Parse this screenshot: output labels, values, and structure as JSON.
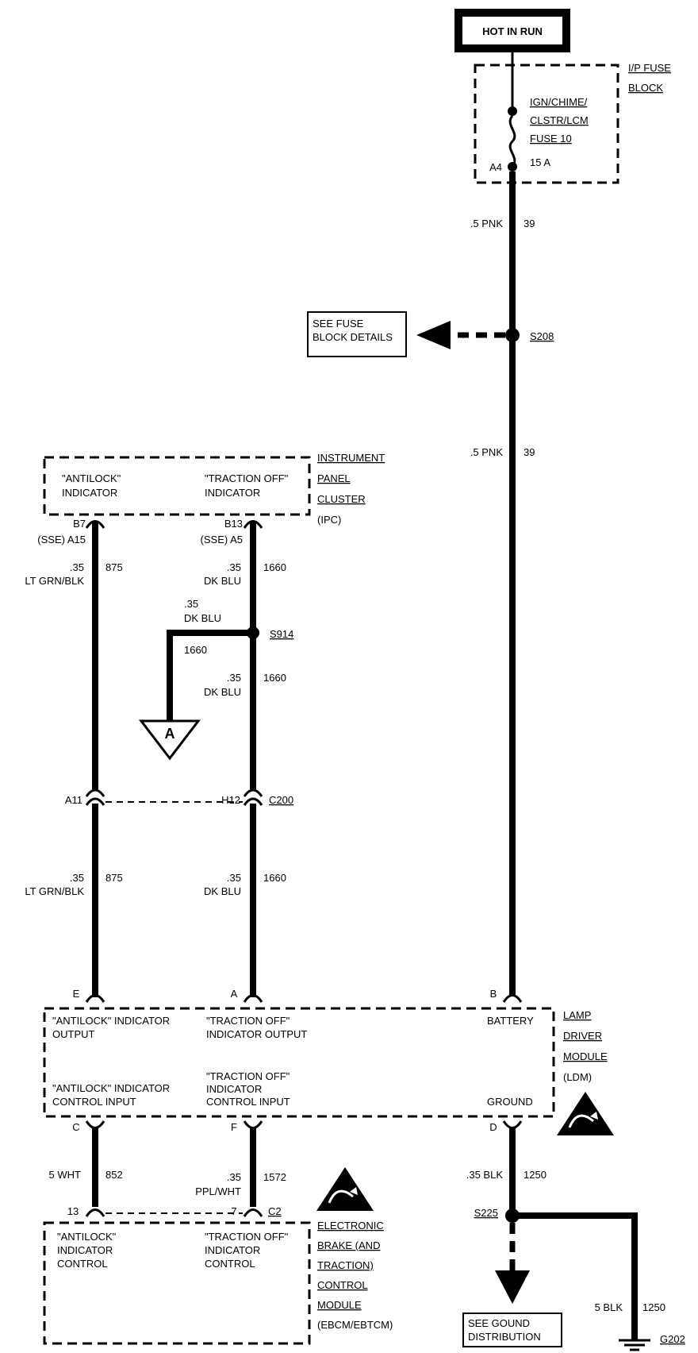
{
  "power_source": {
    "label": "HOT IN RUN"
  },
  "fuse_block": {
    "name_line1": "I/P FUSE",
    "name_line2": "BLOCK",
    "fuse_line1": "IGN/CHIME/",
    "fuse_line2": "CLSTR/LCM",
    "fuse_line3": "FUSE 10",
    "pin": "A4",
    "rating": "15 A"
  },
  "wire_39_upper": {
    "gauge": ".5 PNK",
    "circuit": "39"
  },
  "splice_s208": {
    "label": "S208",
    "ref_line1": "SEE FUSE",
    "ref_line2": "BLOCK DETAILS"
  },
  "wire_39_lower": {
    "gauge": ".5 PNK",
    "circuit": "39"
  },
  "ipc": {
    "name_line1": "INSTRUMENT",
    "name_line2": "PANEL",
    "name_line3": "CLUSTER",
    "name_line4": "(IPC)",
    "antilock_line1": "\"ANTILOCK\"",
    "antilock_line2": "INDICATOR",
    "traction_line1": "\"TRACTION OFF\"",
    "traction_line2": "INDICATOR",
    "pin_antilock": "B7",
    "pin_antilock_sse": "(SSE) A15",
    "pin_traction": "B13",
    "pin_traction_sse": "(SSE) A5"
  },
  "wire_875_upper": {
    "gauge_line1": ".35",
    "gauge_line2": "LT GRN/BLK",
    "circuit": "875"
  },
  "wire_1660_upper": {
    "gauge_line1": ".35",
    "gauge_line2": "DK BLU",
    "circuit": "1660"
  },
  "splice_s914": {
    "label": "S914",
    "branch_gauge_line1": ".35",
    "branch_gauge_line2": "DK BLU",
    "branch_circuit": "1660",
    "offpage": "A"
  },
  "wire_1660_mid": {
    "gauge_line1": ".35",
    "gauge_line2": "DK BLU",
    "circuit": "1660"
  },
  "connector_c200": {
    "label": "C200",
    "pin_left": "A11",
    "pin_right": "H12"
  },
  "wire_875_lower": {
    "gauge_line1": ".35",
    "gauge_line2": "LT GRN/BLK",
    "circuit": "875"
  },
  "wire_1660_lower": {
    "gauge_line1": ".35",
    "gauge_line2": "DK BLU",
    "circuit": "1660"
  },
  "ldm": {
    "name_line1": "LAMP",
    "name_line2": "DRIVER",
    "name_line3": "MODULE",
    "name_line4": "(LDM)",
    "pin_e": "E",
    "pin_a": "A",
    "pin_b": "B",
    "antilock_out_line1": "\"ANTILOCK\" INDICATOR",
    "antilock_out_line2": "OUTPUT",
    "traction_out_line1": "\"TRACTION OFF\"",
    "traction_out_line2": "INDICATOR OUTPUT",
    "battery": "BATTERY",
    "antilock_in_line1": "\"ANTILOCK\" INDICATOR",
    "antilock_in_line2": "CONTROL INPUT",
    "traction_in_line1": "\"TRACTION OFF\"",
    "traction_in_line2": "INDICATOR",
    "traction_in_line3": "CONTROL INPUT",
    "ground": "GROUND",
    "pin_c": "C",
    "pin_f": "F",
    "pin_d": "D"
  },
  "wire_852": {
    "gauge": "5 WHT",
    "circuit": "852"
  },
  "wire_1572": {
    "gauge_line1": ".35",
    "gauge_line2": "PPL/WHT",
    "circuit": "1572"
  },
  "wire_1250_upper": {
    "gauge": ".35 BLK",
    "circuit": "1250"
  },
  "splice_s225": {
    "label": "S225",
    "ref_line1": "SEE GOUND",
    "ref_line2": "DISTRIBUTION"
  },
  "wire_1250_lower": {
    "gauge": "5 BLK",
    "circuit": "1250"
  },
  "ground_g202": {
    "label": "G202"
  },
  "ebcm": {
    "connector": "C2",
    "pin_antilock": "13",
    "pin_traction": "7",
    "antilock_line1": "\"ANTILOCK\"",
    "antilock_line2": "INDICATOR",
    "antilock_line3": "CONTROL",
    "traction_line1": "\"TRACTION OFF\"",
    "traction_line2": "INDICATOR",
    "traction_line3": "CONTROL",
    "name_line1": "ELECTRONIC",
    "name_line2": "BRAKE (AND",
    "name_line3": "TRACTION)",
    "name_line4": "CONTROL",
    "name_line5": "MODULE",
    "name_line6": "(EBCM/EBTCM)"
  }
}
